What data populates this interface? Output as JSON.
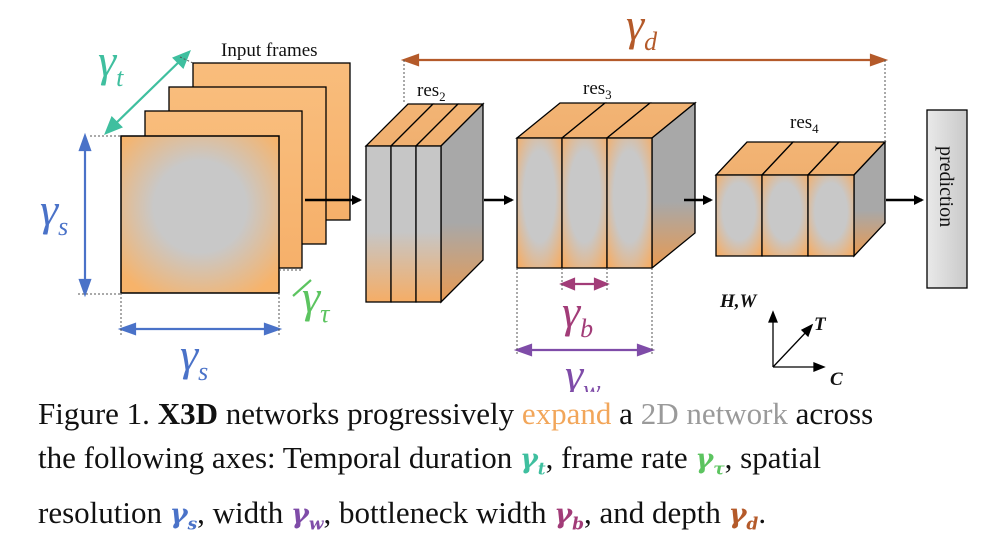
{
  "labels": {
    "input_frames": "Input frames",
    "res2": "res",
    "res2_sub": "2",
    "res3": "res",
    "res3_sub": "3",
    "res4": "res",
    "res4_sub": "4",
    "prediction": "prediction",
    "axis_hw": "H,W",
    "axis_t": "T",
    "axis_c": "C"
  },
  "gamma": {
    "symbol": "γ",
    "t_sub": "t",
    "s_sub": "s",
    "tau_sub": "τ",
    "d_sub": "d",
    "b_sub": "b",
    "w_sub": "w"
  },
  "caption": {
    "fig": "Figure 1.",
    "x3d": "X3D",
    "p1": " networks progressively ",
    "expand": "expand",
    "p2": " a ",
    "net2d": "2D network",
    "p3": " across",
    "p4": "the following axes: Temporal duration ",
    "p5": ", frame rate ",
    "p6": ", spatial",
    "p7": "resolution ",
    "p8": ", width ",
    "p9": ", bottleneck width ",
    "p10": ", and depth ",
    "p11": "."
  },
  "colors": {
    "orange": "#f7b36a",
    "gray": "#c4c4c4",
    "gamma_t": "#3fbf9f",
    "gamma_tau": "#5cc460",
    "gamma_s": "#4a72c8",
    "gamma_w": "#7f4ca8",
    "gamma_b": "#a23c78",
    "gamma_d": "#b45a2a"
  }
}
